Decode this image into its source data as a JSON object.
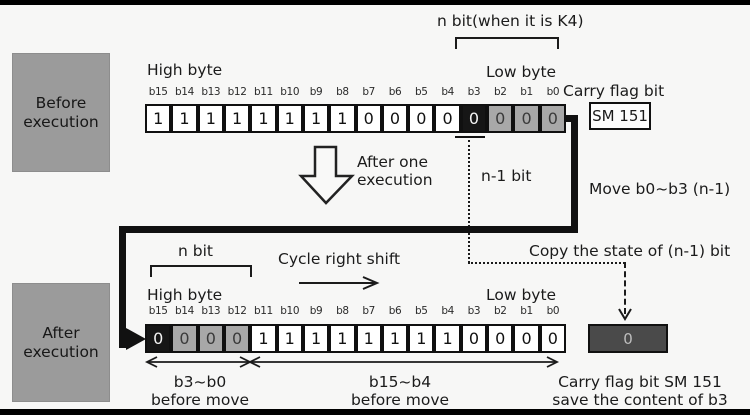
{
  "diagram": {
    "stage_before": {
      "line1": "Before",
      "line2": "execution"
    },
    "stage_after": {
      "line1": "After",
      "line2": "execution"
    },
    "top_section": {
      "n_bit_k4_label": "n bit(when it is K4)",
      "high_byte_label": "High byte",
      "low_byte_label": "Low byte",
      "carry_flag_label": "Carry flag bit",
      "carry_register_name": "SM 151"
    },
    "middle_section": {
      "after_one_line1": "After one",
      "after_one_line2": "execution",
      "n_minus_1_label": "n-1 bit",
      "move_label": "Move b0~b3 (n-1)",
      "copy_label": "Copy the state of (n-1) bit"
    },
    "bottom_section": {
      "n_bit_label": "n bit",
      "cycle_shift_label": "Cycle right shift",
      "high_byte_label": "High byte",
      "low_byte_label": "Low byte",
      "span_left_line1": "b3~b0",
      "span_left_line2": "before move",
      "span_right_line1": "b15~b4",
      "span_right_line2": "before move",
      "carry_save_line1": "Carry flag bit SM  151",
      "carry_save_line2": "save the content of b3",
      "carry_box_value": "0"
    },
    "register_before": {
      "bits": [
        {
          "label": "b15",
          "value": "1",
          "variant": "white"
        },
        {
          "label": "b14",
          "value": "1",
          "variant": "white"
        },
        {
          "label": "b13",
          "value": "1",
          "variant": "white"
        },
        {
          "label": "b12",
          "value": "1",
          "variant": "white"
        },
        {
          "label": "b11",
          "value": "1",
          "variant": "white"
        },
        {
          "label": "b10",
          "value": "1",
          "variant": "white"
        },
        {
          "label": "b9",
          "value": "1",
          "variant": "white"
        },
        {
          "label": "b8",
          "value": "1",
          "variant": "white"
        },
        {
          "label": "b7",
          "value": "0",
          "variant": "white"
        },
        {
          "label": "b6",
          "value": "0",
          "variant": "white"
        },
        {
          "label": "b5",
          "value": "0",
          "variant": "white"
        },
        {
          "label": "b4",
          "value": "0",
          "variant": "white"
        },
        {
          "label": "b3",
          "value": "0",
          "variant": "black"
        },
        {
          "label": "b2",
          "value": "0",
          "variant": "gray"
        },
        {
          "label": "b1",
          "value": "0",
          "variant": "gray"
        },
        {
          "label": "b0",
          "value": "0",
          "variant": "gray"
        }
      ]
    },
    "register_after": {
      "bits": [
        {
          "label": "b15",
          "value": "0",
          "variant": "black"
        },
        {
          "label": "b14",
          "value": "0",
          "variant": "gray"
        },
        {
          "label": "b13",
          "value": "0",
          "variant": "gray"
        },
        {
          "label": "b12",
          "value": "0",
          "variant": "gray"
        },
        {
          "label": "b11",
          "value": "1",
          "variant": "white"
        },
        {
          "label": "b10",
          "value": "1",
          "variant": "white"
        },
        {
          "label": "b9",
          "value": "1",
          "variant": "white"
        },
        {
          "label": "b8",
          "value": "1",
          "variant": "white"
        },
        {
          "label": "b7",
          "value": "1",
          "variant": "white"
        },
        {
          "label": "b6",
          "value": "1",
          "variant": "white"
        },
        {
          "label": "b5",
          "value": "1",
          "variant": "white"
        },
        {
          "label": "b4",
          "value": "1",
          "variant": "white"
        },
        {
          "label": "b3",
          "value": "0",
          "variant": "white"
        },
        {
          "label": "b2",
          "value": "0",
          "variant": "white"
        },
        {
          "label": "b1",
          "value": "0",
          "variant": "white"
        },
        {
          "label": "b0",
          "value": "0",
          "variant": "white"
        }
      ]
    },
    "colors": {
      "background": "#f7f7f6",
      "stage_box_gray": "#9b9b9b",
      "cell_gray": "#a8a8a8",
      "cell_black": "#161616",
      "carry_box_gray": "#4a4a4a",
      "line_black": "#111111"
    }
  }
}
